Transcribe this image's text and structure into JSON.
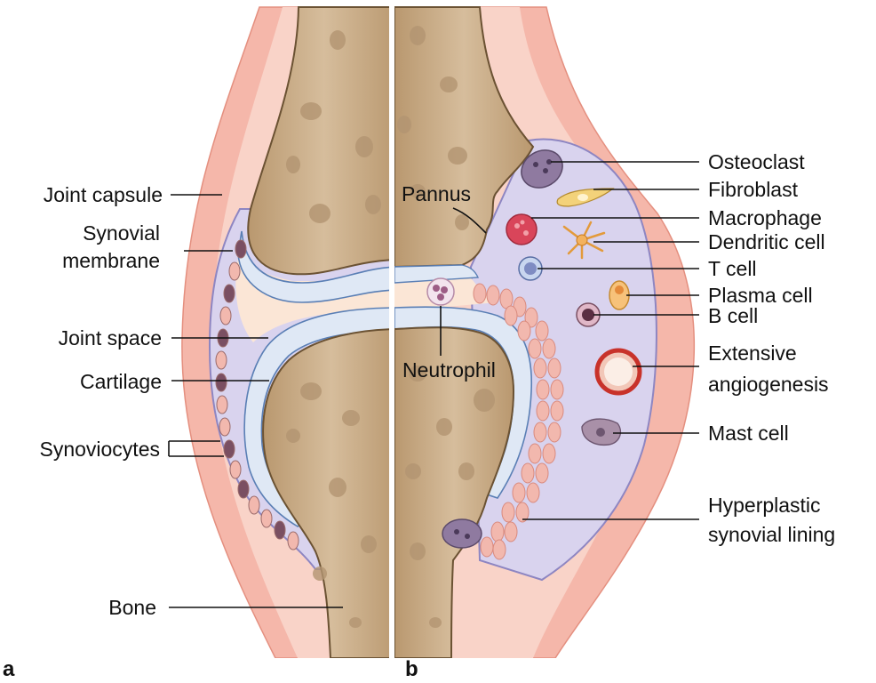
{
  "panels": {
    "a": "a",
    "b": "b"
  },
  "labels_left": {
    "joint_capsule": "Joint capsule",
    "synovial_membrane_1": "Synovial",
    "synovial_membrane_2": "membrane",
    "joint_space": "Joint space",
    "cartilage": "Cartilage",
    "synoviocytes": "Synoviocytes",
    "bone": "Bone"
  },
  "labels_center": {
    "pannus": "Pannus",
    "neutrophil": "Neutrophil"
  },
  "labels_right": {
    "osteoclast": "Osteoclast",
    "fibroblast": "Fibroblast",
    "macrophage": "Macrophage",
    "dendritic_cell": "Dendritic cell",
    "t_cell": "T cell",
    "plasma_cell": "Plasma cell",
    "b_cell": "B cell",
    "angiogenesis_1": "Extensive",
    "angiogenesis_2": "angiogenesis",
    "mast_cell": "Mast cell",
    "hyperplastic_1": "Hyperplastic",
    "hyperplastic_2": "synovial lining"
  },
  "colors": {
    "capsule": "#f5b7aa",
    "capsule_inner": "#f9d3c8",
    "synovium": "#d9d3ee",
    "synovium_edge": "#8e86c2",
    "joint_space": "#fbe6d6",
    "cartilage": "#dfe8f5",
    "cartilage_edge": "#5a7fb5",
    "bone": "#c9ad8a",
    "bone_edge": "#6b5233",
    "cell_pink": "#f2b8ae",
    "cell_dark": "#7a4f62"
  }
}
